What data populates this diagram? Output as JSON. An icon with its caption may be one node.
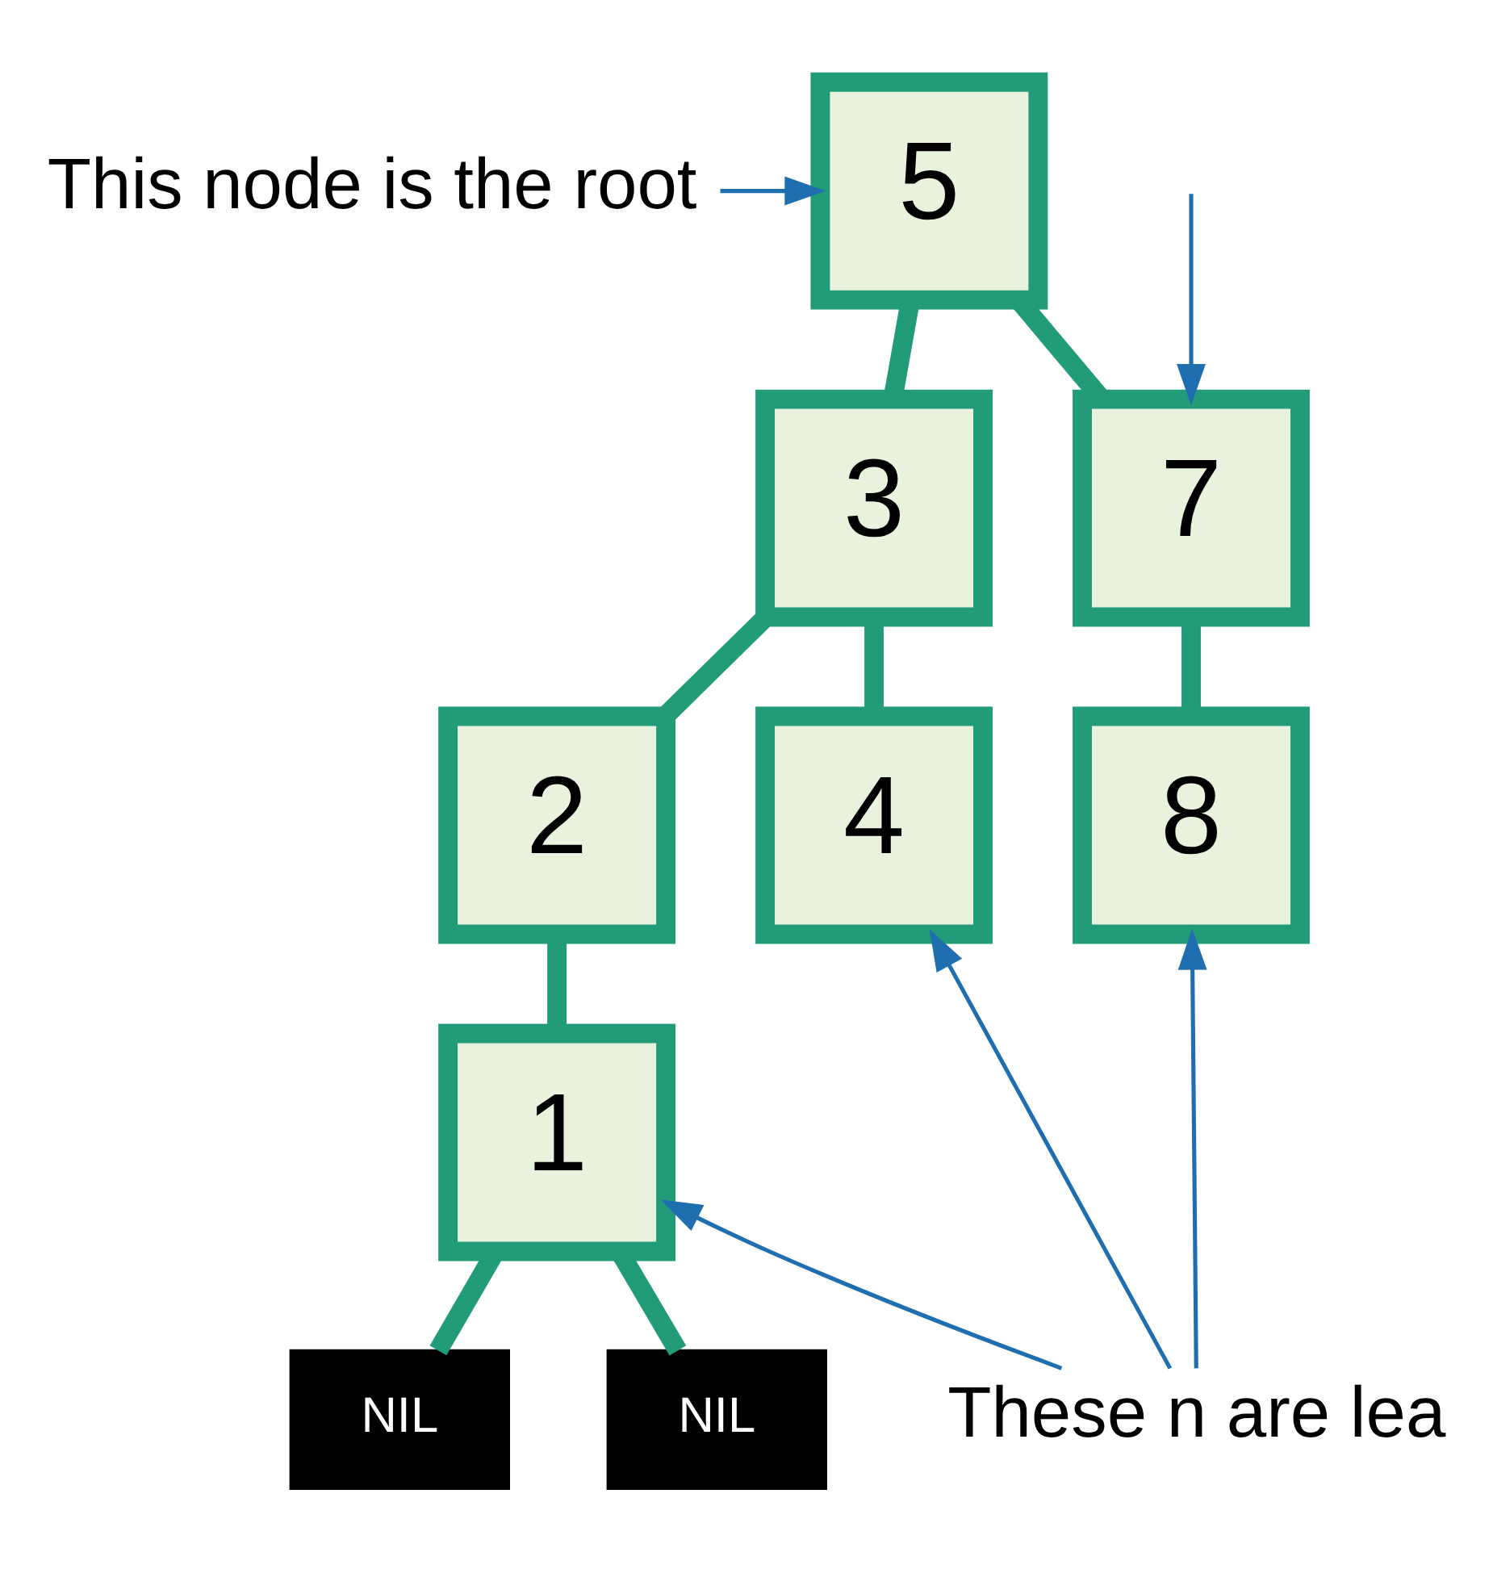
{
  "diagram": {
    "nodes": [
      {
        "text": [
          "This node is the root"
        ]
      },
      {
        "text": [
          "5"
        ]
      },
      {
        "text": [
          "3"
        ]
      },
      {
        "text": [
          "7"
        ]
      },
      {
        "text": [
          "2"
        ]
      },
      {
        "text": [
          "4"
        ]
      },
      {
        "text": [
          "8"
        ]
      },
      {
        "text": [
          "1"
        ]
      },
      {
        "text": [
          "NIL"
        ]
      },
      {
        "text": [
          "NIL"
        ]
      },
      {
        "text": [
          "These n are lea"
        ]
      }
    ],
    "edges": [
      {
        "from": 0,
        "to": 1,
        "arrow": "to",
        "color": "#1f6fb0"
      },
      {
        "from": null,
        "to": 3,
        "arrow": "to",
        "color": "#1f6fb0"
      },
      {
        "from": 1,
        "to": 2,
        "arrow": "none"
      },
      {
        "from": 1,
        "to": 3,
        "arrow": "none"
      },
      {
        "from": 2,
        "to": 4,
        "arrow": "none"
      },
      {
        "from": 2,
        "to": 5,
        "arrow": "none"
      },
      {
        "from": 3,
        "to": 6,
        "arrow": "none"
      },
      {
        "from": 4,
        "to": 7,
        "arrow": "none"
      },
      {
        "from": 7,
        "to": 8,
        "arrow": "none"
      },
      {
        "from": 7,
        "to": 9,
        "arrow": "none"
      },
      {
        "from": 10,
        "to": 7,
        "arrow": "to",
        "color": "#1f6fb0"
      },
      {
        "from": 10,
        "to": 5,
        "arrow": "to",
        "color": "#1f6fb0"
      },
      {
        "from": 10,
        "to": 6,
        "arrow": "to",
        "color": "#1f6fb0"
      }
    ]
  }
}
